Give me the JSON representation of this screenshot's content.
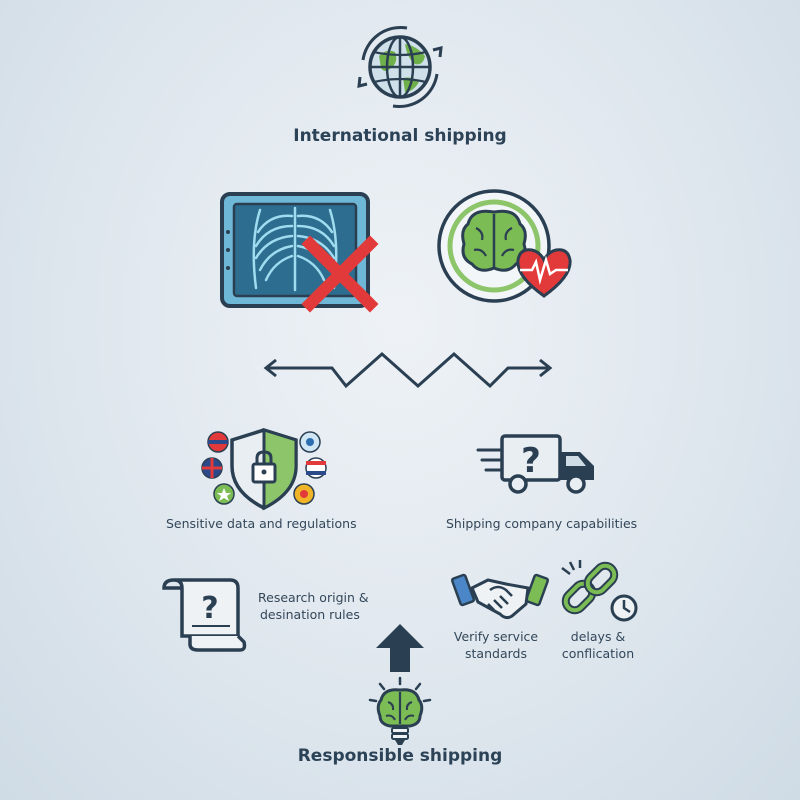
{
  "top": {
    "title": "International shipping"
  },
  "left_section": {
    "label": "Sensitive data and regulations"
  },
  "right_section": {
    "label": "Shipping company capabilities"
  },
  "steps": {
    "research": {
      "line1": "Research origin &",
      "line2": "desination rules"
    },
    "verify": {
      "line1": "Verify service",
      "line2": "standards"
    },
    "delays": {
      "line1": "delays &",
      "line2": "conflication"
    }
  },
  "bottom": {
    "title": "Responsible shipping"
  },
  "icons": {
    "globe": "globe-cycle-icon",
    "xray": "xray-crossed-icon",
    "brain_heart": "brain-heart-icon",
    "zigzag": "zigzag-double-arrow-icon",
    "shield": "shield-lock-icon",
    "truck": "delivery-truck-question-icon",
    "scroll": "scroll-question-icon",
    "arrow": "up-arrow-icon",
    "handshake": "handshake-icon",
    "chain": "broken-chain-clock-icon",
    "bulb": "brain-lightbulb-icon"
  },
  "colors": {
    "navy": "#2b3f52",
    "green": "#6fb04a",
    "red": "#e23a3a",
    "xray_blue": "#7fc8e6"
  }
}
